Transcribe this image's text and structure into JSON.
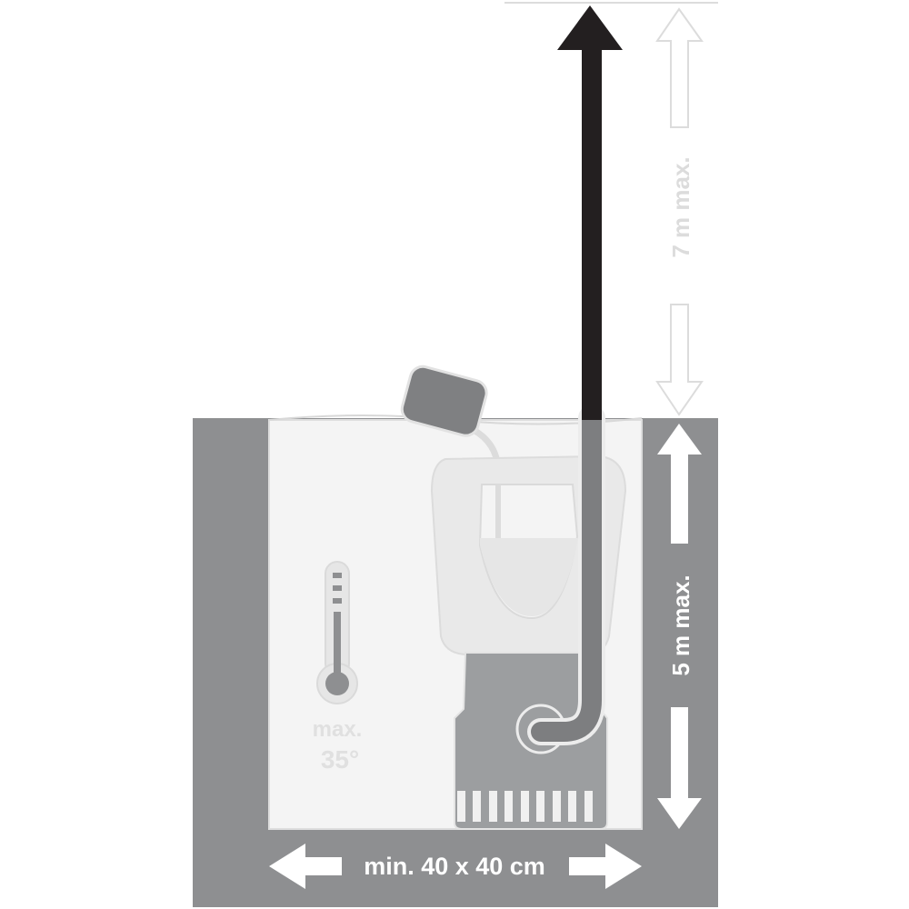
{
  "labels": {
    "delivery_height": "7 m max.",
    "immersion_depth": "5 m max.",
    "shaft_size": "min. 40 x 40 cm",
    "temp_line1": "max.",
    "temp_line2": "35°"
  },
  "icons": [
    "upward-flow-arrow",
    "float-switch",
    "pump",
    "hose",
    "thermometer",
    "dimension-arrows"
  ],
  "colors": {
    "wall": "#8e8f91",
    "water": "#f4f4f4",
    "pump_body": "#9c9ea0",
    "hose": "#7d7e80",
    "flow_arrow": "#231f20",
    "outline_arrow": "#dcdcdc"
  }
}
